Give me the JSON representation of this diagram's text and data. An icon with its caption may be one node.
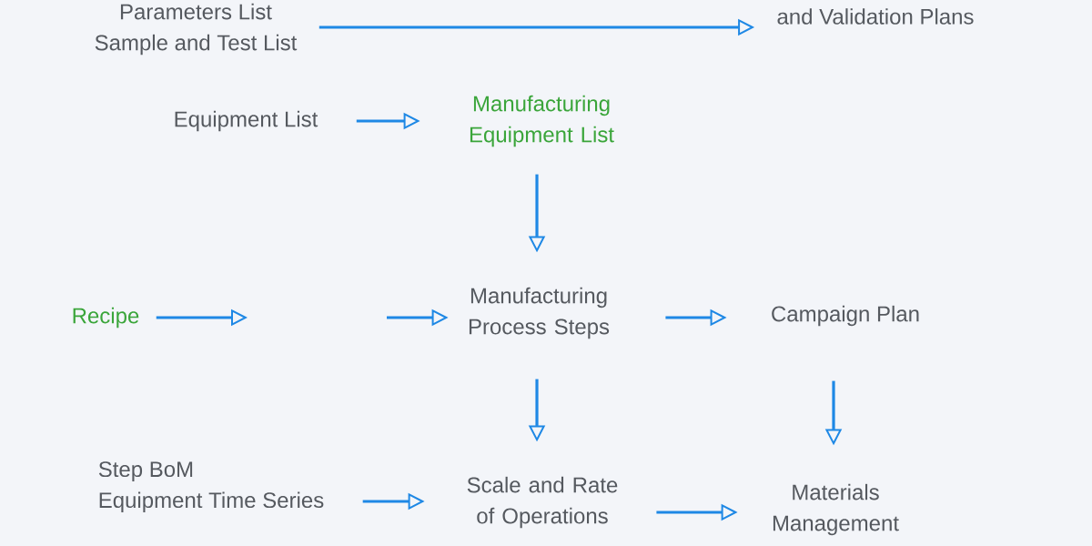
{
  "diagram": {
    "nodes": [
      {
        "text": [
          "Parameters List",
          "Sample and Test List"
        ]
      },
      {
        "text": [
          "and Validation Plans"
        ]
      },
      {
        "text": [
          "Equipment List"
        ]
      },
      {
        "text": [
          "Manufacturing Equipment List"
        ]
      },
      {
        "text": [
          "Recipe"
        ]
      },
      {
        "text": [
          "Manufacturing Process Steps"
        ]
      },
      {
        "text": [
          "Campaign Plan"
        ]
      },
      {
        "text": [
          "Step BoM",
          "Equipment Time Series"
        ]
      },
      {
        "text": [
          "Scale and Rate of Operations"
        ]
      },
      {
        "text": [
          "Materials Management"
        ]
      }
    ],
    "edges": [
      {
        "from": 0,
        "to": 1,
        "arrow": "to"
      },
      {
        "from": 2,
        "to": 3,
        "arrow": "to"
      },
      {
        "from": 3,
        "to": 5,
        "arrow": "to"
      },
      {
        "from": 4,
        "to": null,
        "arrow": "to"
      },
      {
        "from": null,
        "to": 5,
        "arrow": "to"
      },
      {
        "from": 5,
        "to": 6,
        "arrow": "to"
      },
      {
        "from": 5,
        "to": 8,
        "arrow": "to"
      },
      {
        "from": 6,
        "to": 9,
        "arrow": "to"
      },
      {
        "from": 7,
        "to": 8,
        "arrow": "to"
      },
      {
        "from": 8,
        "to": 9,
        "arrow": "to"
      }
    ]
  }
}
